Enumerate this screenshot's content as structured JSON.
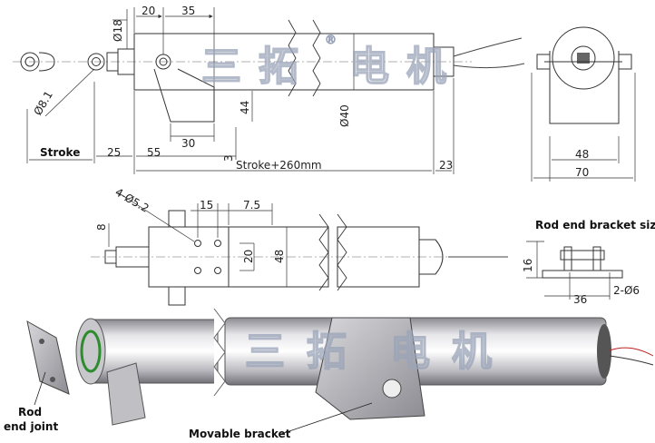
{
  "watermark": {
    "chars": [
      "三",
      "拓",
      "电",
      "机"
    ],
    "registered": "®"
  },
  "top_view": {
    "dims": {
      "d20": "20",
      "d35": "35",
      "phi18": "Ø18",
      "phi8_1": "Ø8.1",
      "phi40": "Ø40",
      "d44": "44",
      "d30": "30",
      "d3": "3",
      "d25": "25",
      "d55": "55",
      "d23": "23",
      "d48": "48",
      "d70": "70"
    },
    "stroke_label": "Stroke",
    "stroke_total": "Stroke+260mm"
  },
  "mid_view": {
    "dims": {
      "holes": "4-Ø5.2",
      "d15": "15",
      "d7_5": "7.5",
      "d8": "8",
      "d20": "20",
      "d48": "48"
    }
  },
  "bracket_view": {
    "title": "Rod end bracket size",
    "dims": {
      "d16": "16",
      "d36": "36",
      "holes": "2-Ø6"
    }
  },
  "photo_view": {
    "rod_end_label_1": "Rod",
    "rod_end_label_2": "end joint",
    "movable_bracket_label": "Movable bracket"
  }
}
